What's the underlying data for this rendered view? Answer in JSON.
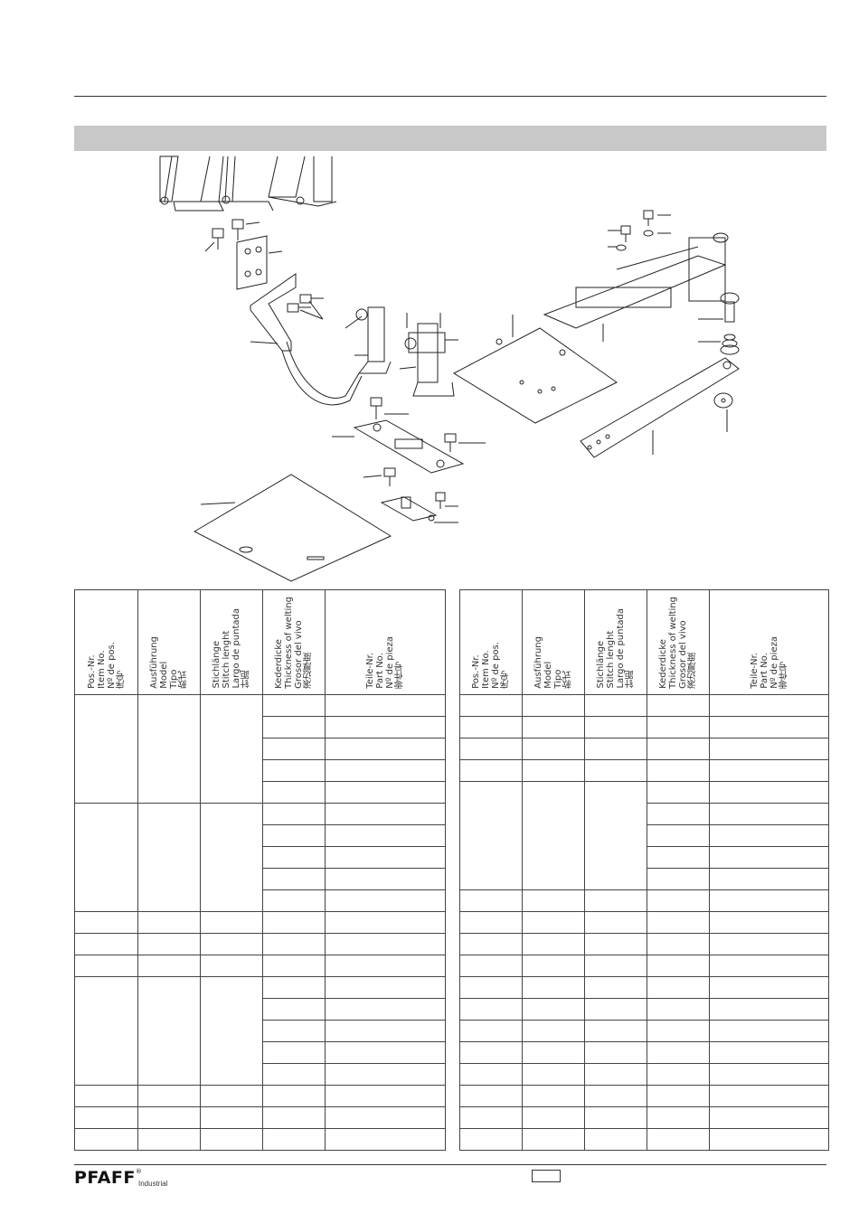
{
  "left_table": {
    "headers": [
      {
        "lines": [
          "Pos.-Nr.",
          "Item No.",
          "Nº de pos.",
          "序号"
        ]
      },
      {
        "lines": [
          "Ausführung",
          "Model",
          "Tipo",
          "款式"
        ]
      },
      {
        "lines": [
          "Stichlänge",
          "Stitch lenght",
          "Largo de puntada",
          "针距"
        ]
      },
      {
        "lines": [
          "Kederdicke",
          "Thickness of welting",
          "Grosor del vivo",
          "滚边厚度"
        ]
      },
      {
        "lines": [
          "Teile-Nr.",
          "Part No.",
          "Nº de pieza",
          "零件号"
        ]
      }
    ]
  },
  "right_table": {
    "headers": [
      {
        "lines": [
          "Pos.-Nr.",
          "Item No.",
          "Nº de pos.",
          "序号"
        ]
      },
      {
        "lines": [
          "Ausführung",
          "Model",
          "Tipo",
          "款式"
        ]
      },
      {
        "lines": [
          "Stichlänge",
          "Stitch lenght",
          "Largo de puntada",
          "针距"
        ]
      },
      {
        "lines": [
          "Kederdicke",
          "Thickness of welting",
          "Grosor del vivo",
          "滚边厚度"
        ]
      },
      {
        "lines": [
          "Teile-Nr.",
          "Part No.",
          "Nº de pieza",
          "零件号"
        ]
      }
    ]
  },
  "footer": {
    "brand": "PFAFF",
    "registered": "®",
    "sub": "Industrial"
  }
}
